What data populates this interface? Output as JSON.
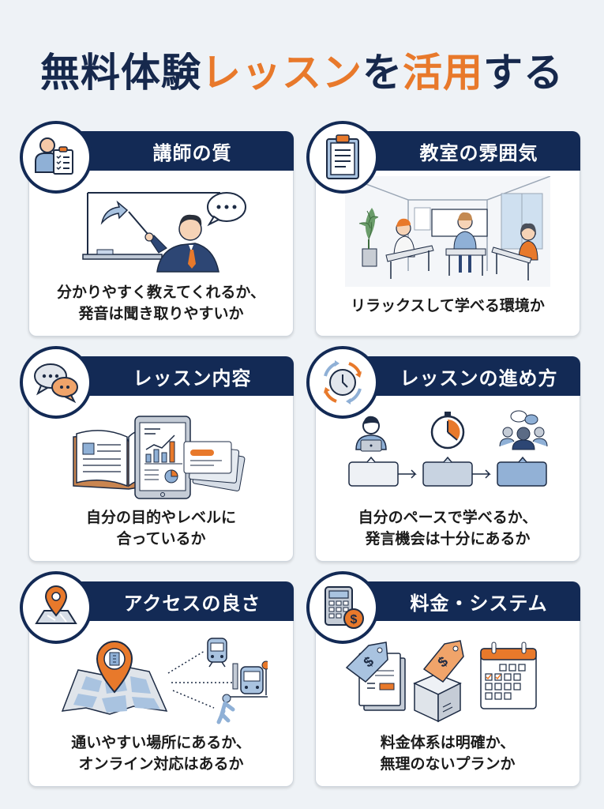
{
  "title": {
    "part1": "無料体験",
    "part2": "レッスン",
    "part3": "を",
    "part4": "活用",
    "part5": "する"
  },
  "colors": {
    "navy": "#132a55",
    "orange": "#e8792b",
    "background": "#eef2f6",
    "light_blue": "#a9c3e0"
  },
  "cards": [
    {
      "heading": "講師の質",
      "icon": "teacher-checklist-icon",
      "illustration": "teacher-whiteboard-illustration",
      "line1": "分かりやすく教えてくれるか、",
      "line2": "発音は聞き取りやすいか"
    },
    {
      "heading": "教室の雰囲気",
      "icon": "clipboard-icon",
      "illustration": "classroom-illustration",
      "line1": "リラックスして学べる環境か",
      "line2": ""
    },
    {
      "heading": "レッスン内容",
      "icon": "chat-bubbles-icon",
      "illustration": "book-tablet-cards-illustration",
      "line1": "自分の目的やレベルに",
      "line2": "合っているか"
    },
    {
      "heading": "レッスンの進め方",
      "icon": "clock-cycle-icon",
      "illustration": "progress-flow-illustration",
      "line1": "自分のペースで学べるか、",
      "line2": "発言機会は十分にあるか"
    },
    {
      "heading": "アクセスの良さ",
      "icon": "map-pin-icon",
      "illustration": "map-transport-illustration",
      "line1": "通いやすい場所にあるか、",
      "line2": "オンライン対応はあるか"
    },
    {
      "heading": "料金・システム",
      "icon": "calculator-dollar-icon",
      "illustration": "price-tags-calendar-illustration",
      "line1": "料金体系は明確か、",
      "line2": "無理のないプランか"
    }
  ]
}
